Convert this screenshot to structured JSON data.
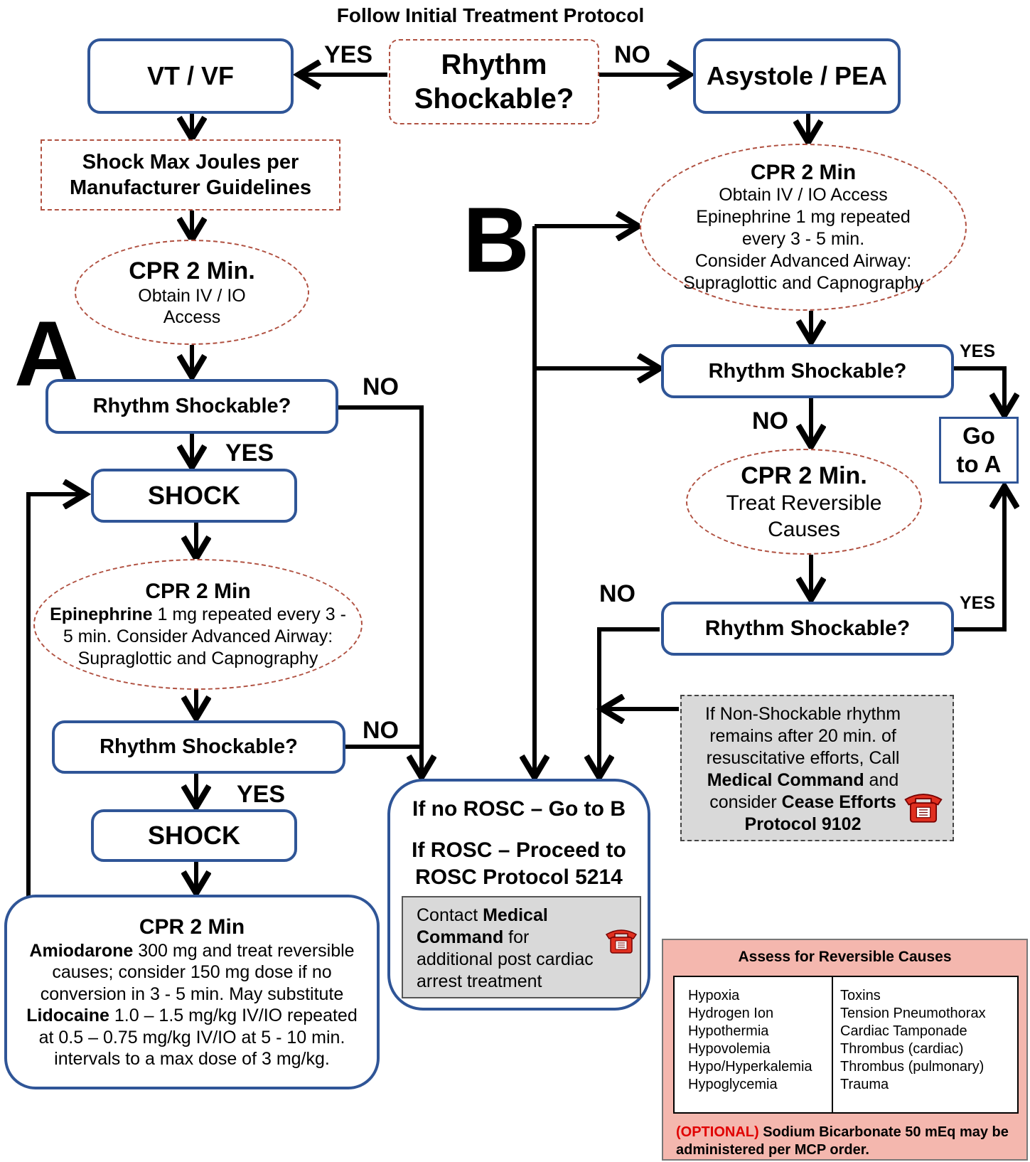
{
  "header": {
    "title": "Follow Initial Treatment Protocol"
  },
  "decision_top": {
    "line1": "Rhythm",
    "line2": "Shockable?"
  },
  "labels": {
    "yes": "YES",
    "no": "NO",
    "a": "A",
    "b": "B"
  },
  "left": {
    "vtvf": "VT / VF",
    "shock_max_line1": "Shock Max Joules per",
    "shock_max_line2": "Manufacturer Guidelines",
    "cpr1_title": "CPR 2 Min.",
    "cpr1_line1": "Obtain IV / IO",
    "cpr1_line2": "Access",
    "rhythm1": "Rhythm Shockable?",
    "shock1": "SHOCK",
    "cpr2_title": "CPR 2 Min",
    "cpr2_bold": "Epinephrine",
    "cpr2_rest": " 1 mg repeated every 3 - 5 min. Consider Advanced Airway: Supraglottic and Capnography",
    "rhythm2": "Rhythm Shockable?",
    "shock2": "SHOCK",
    "cpr3_title": "CPR 2 Min",
    "cpr3_b1": "Amiodarone",
    "cpr3_t1": " 300 mg and treat reversible causes; consider 150 mg dose if no conversion in 3 - 5 min. May substitute ",
    "cpr3_b2": "Lidocaine",
    "cpr3_t2": " 1.0 – 1.5 mg/kg IV/IO repeated at 0.5 – 0.75 mg/kg IV/IO at 5 - 10 min. intervals to a max dose of 3 mg/kg."
  },
  "right": {
    "asystole": "Asystole / PEA",
    "cpr1_title": "CPR 2 Min",
    "cpr1_line1": "Obtain IV / IO Access",
    "cpr1_line2": "Epinephrine 1 mg repeated",
    "cpr1_line3": "every 3 - 5 min.",
    "cpr1_line4": "Consider Advanced Airway:",
    "cpr1_line5": "Supraglottic and Capnography",
    "rhythm1": "Rhythm Shockable?",
    "cpr2_title": "CPR 2 Min.",
    "cpr2_line1": "Treat Reversible",
    "cpr2_line2": "Causes",
    "rhythm2": "Rhythm Shockable?",
    "goto_a_line1": "Go",
    "goto_a_line2": "to A"
  },
  "rosc": {
    "line1": "If no ROSC – Go to B",
    "line2": "If ROSC – Proceed to",
    "line3": "ROSC Protocol 5214",
    "contact_t1": "Contact ",
    "contact_b1": "Medical Command",
    "contact_t2": " for additional post cardiac arrest treatment"
  },
  "nonshock_note": {
    "t1": "If Non-Shockable rhythm remains after 20 min. of resuscitative efforts, Call ",
    "b1": "Medical Command",
    "t2": " and consider ",
    "b2": "Cease Efforts Protocol 9102"
  },
  "reversible": {
    "title": "Assess for Reversible Causes",
    "col1": [
      "Hypoxia",
      "Hydrogen Ion",
      "Hypothermia",
      "Hypovolemia",
      "Hypo/Hyperkalemia",
      "Hypoglycemia"
    ],
    "col2": [
      "Toxins",
      "Tension Pneumothorax",
      "Cardiac Tamponade",
      "Thrombus (cardiac)",
      "Thrombus (pulmonary)",
      "Trauma"
    ],
    "optional_label": "(OPTIONAL)",
    "optional_text": " Sodium Bicarbonate 50 mEq may be administered per MCP order."
  },
  "colors": {
    "box_border": "#2f5597",
    "dashed_border": "#b05040",
    "note_bg": "#d9d9d9",
    "panel_bg": "#f4b7ae",
    "optional_red": "#e00000",
    "phone_red": "#e03020"
  }
}
